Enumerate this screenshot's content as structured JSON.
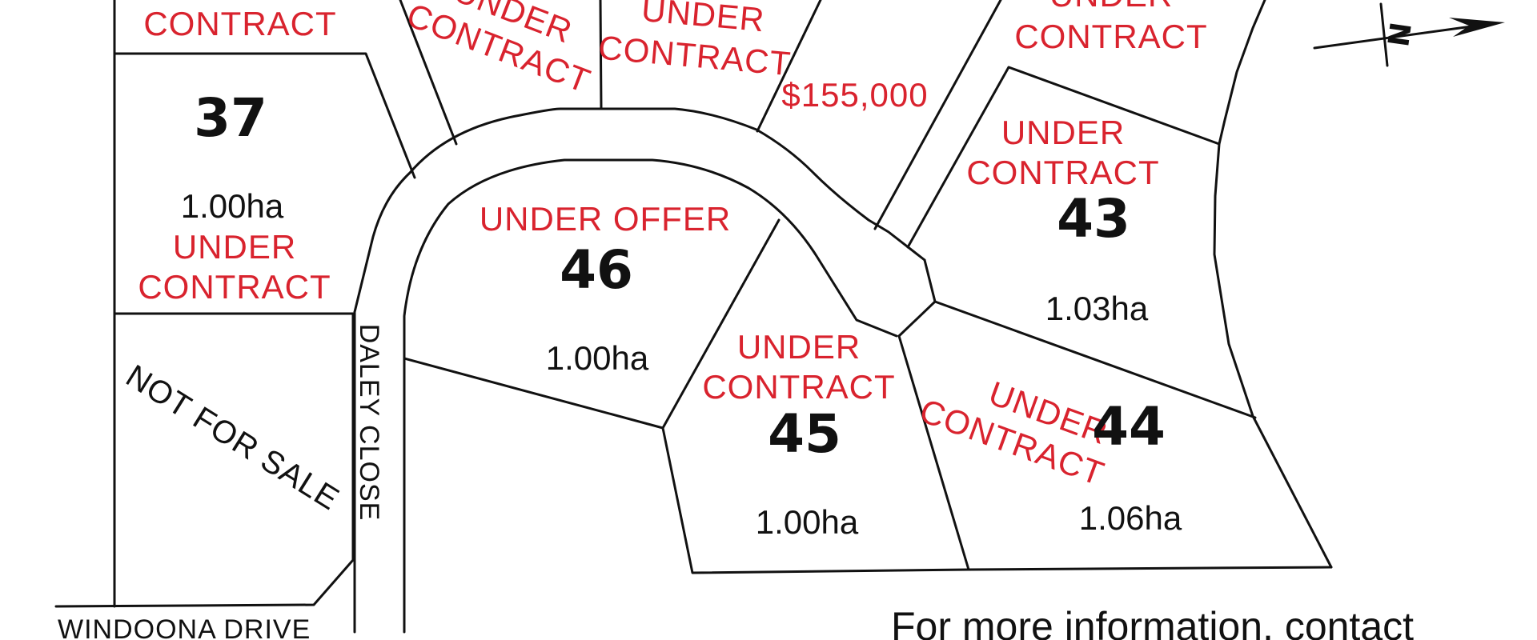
{
  "map": {
    "streets": [
      "DALEY CLOSE",
      "WINDOONA DRIVE"
    ],
    "north_label": "N",
    "contact_text": "For more information, contact",
    "lots": [
      {
        "id": "37",
        "area": "1.00ha",
        "status": [
          "UNDER",
          "CONTRACT"
        ]
      },
      {
        "id": "43",
        "area": "1.03ha",
        "status": [
          "UNDER",
          "CONTRACT"
        ]
      },
      {
        "id": "44",
        "area": "1.06ha",
        "status": [
          "UNDER",
          "CONTRACT"
        ]
      },
      {
        "id": "45",
        "area": "1.00ha",
        "status": [
          "UNDER",
          "CONTRACT"
        ]
      },
      {
        "id": "46",
        "area": "1.00ha",
        "status": [
          "UNDER OFFER"
        ]
      }
    ],
    "labels": {
      "top_left_contract": "CONTRACT",
      "top_a": [
        "UNDER",
        "CONTRACT"
      ],
      "top_b": [
        "UNDER",
        "CONTRACT"
      ],
      "top_c": [
        "UNDER",
        "CONTRACT"
      ],
      "price": "$155,000",
      "not_for_sale": "NOT FOR SALE"
    },
    "colors": {
      "status": "#d9232e",
      "lines": "#111111",
      "background": "#ffffff"
    }
  }
}
